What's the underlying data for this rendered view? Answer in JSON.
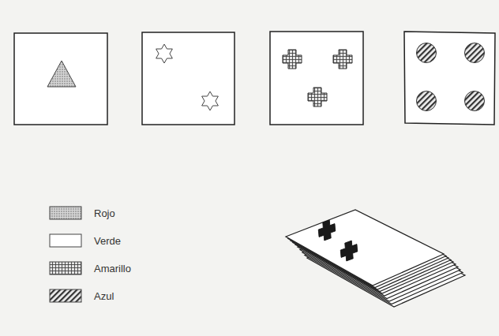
{
  "diagram": {
    "legend": [
      {
        "text": "Rojo"
      },
      {
        "text": "Verde"
      },
      {
        "text": "Amarillo"
      },
      {
        "text": "Azul"
      }
    ]
  }
}
